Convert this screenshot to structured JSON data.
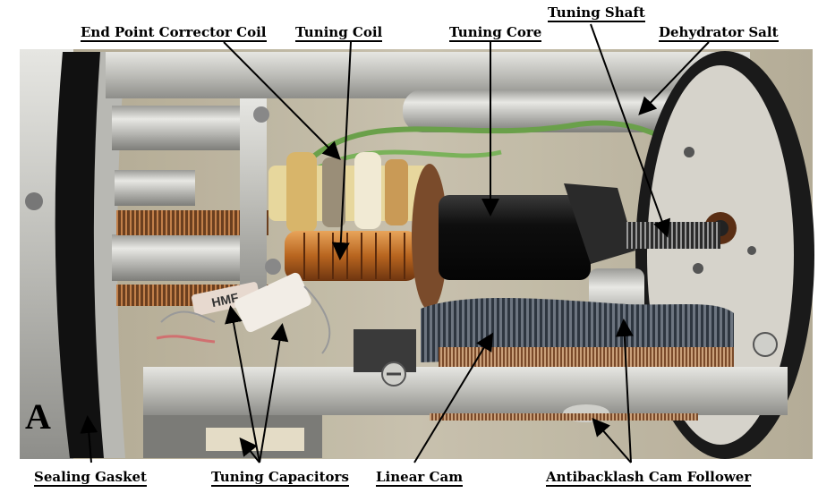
{
  "panel_letter": "A",
  "labels": {
    "end_point_corrector_coil": "End Point Corrector Coil",
    "tuning_coil": "Tuning Coil",
    "tuning_core": "Tuning Core",
    "tuning_shaft": "Tuning Shaft",
    "dehydrator_salt": "Dehydrator Salt",
    "sealing_gasket": "Sealing Gasket",
    "tuning_capacitors": "Tuning Capacitors",
    "linear_cam": "Linear Cam",
    "antibacklash_cam_follower": "Antibacklash Cam Follower"
  },
  "stamp_text": "HMF",
  "colors": {
    "background": "#ffffff",
    "annotation": "#000000",
    "metal": "#c9c9c4",
    "copper": "#b8651f",
    "dark_core": "#141414"
  }
}
